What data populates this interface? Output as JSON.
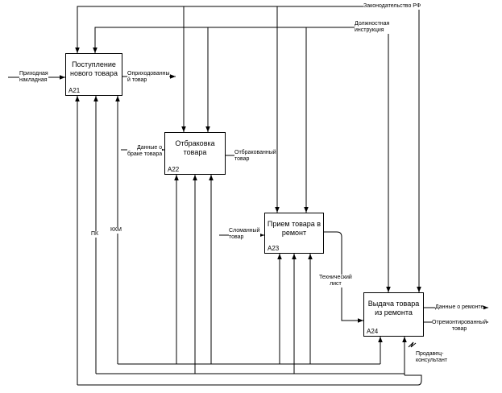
{
  "boxes": {
    "a21": {
      "title": "Поступление\nнового товара",
      "code": "A21"
    },
    "a22": {
      "title": "Отбраковка\nтовара",
      "code": "A22"
    },
    "a23": {
      "title": "Прием товара в\nремонт",
      "code": "A23"
    },
    "a24": {
      "title": "Выдача товара\nиз ремонта",
      "code": "A24"
    }
  },
  "labels": {
    "law": "Законодательство РФ",
    "instructions": "Должностная\nинструкция",
    "invoice": "Приходная\nнакладная",
    "accounted_goods": "Оприходованны\nй товар",
    "defect_data": "Данные о\nбраке товара",
    "rejected_goods": "Отбракованный\nтовар",
    "broken_goods": "Сломанный\nтовар",
    "tech_sheet": "Технический\nлист",
    "repair_data": "Данные о ремонте",
    "repaired_goods": "Отремонтированный\nтовар",
    "pc": "ПК",
    "kkm": "ККМ",
    "consultant": "Продавец-\nконсультант"
  }
}
